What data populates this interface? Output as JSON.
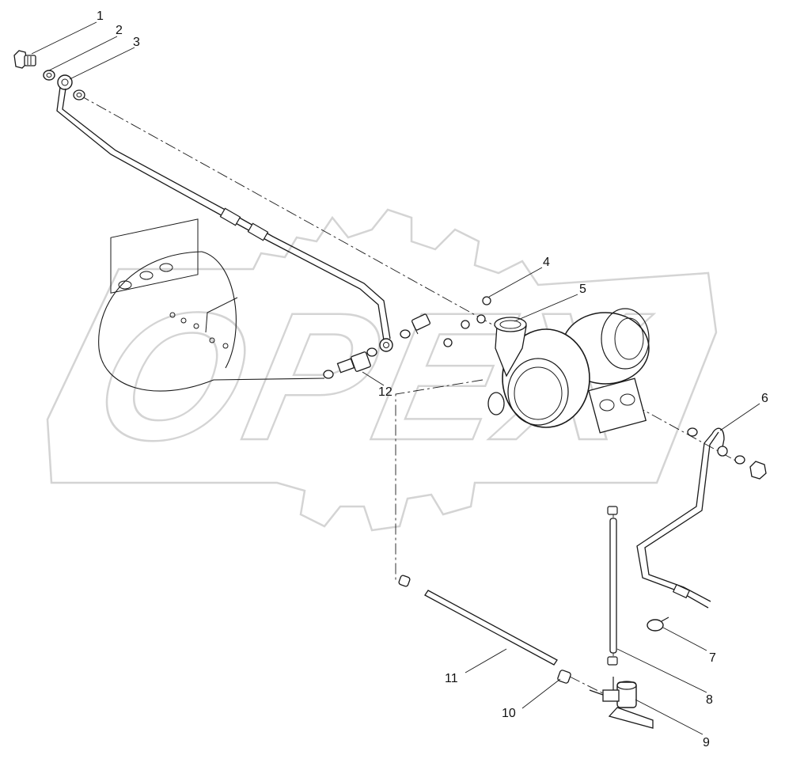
{
  "watermark": {
    "brand_text": "OPEX"
  },
  "callouts": [
    {
      "id": "1",
      "label": "1"
    },
    {
      "id": "2",
      "label": "2"
    },
    {
      "id": "3",
      "label": "3"
    },
    {
      "id": "4",
      "label": "4"
    },
    {
      "id": "5",
      "label": "5"
    },
    {
      "id": "6",
      "label": "6"
    },
    {
      "id": "7",
      "label": "7"
    },
    {
      "id": "8",
      "label": "8"
    },
    {
      "id": "9",
      "label": "9"
    },
    {
      "id": "10",
      "label": "10"
    },
    {
      "id": "11",
      "label": "11"
    },
    {
      "id": "12",
      "label": "12"
    }
  ],
  "colors": {
    "line": "#1a1a1a",
    "watermark": "#d4d4d4",
    "background": "#ffffff"
  }
}
